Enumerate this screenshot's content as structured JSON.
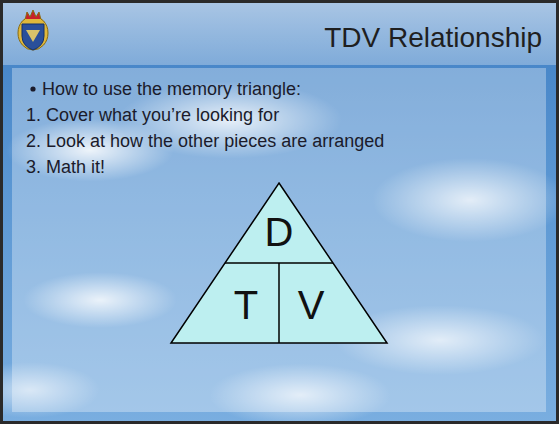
{
  "diagram": {
    "title": "TDV Relationship",
    "nodes": [
      {
        "text": [
          "D"
        ]
      },
      {
        "text": [
          "T"
        ]
      },
      {
        "text": [
          "V"
        ]
      }
    ],
    "labels": [
      "How to use the memory triangle:",
      "1. Cover what you’re looking for",
      "2. Look at how the other pieces are arranged",
      "3. Math it!"
    ]
  }
}
